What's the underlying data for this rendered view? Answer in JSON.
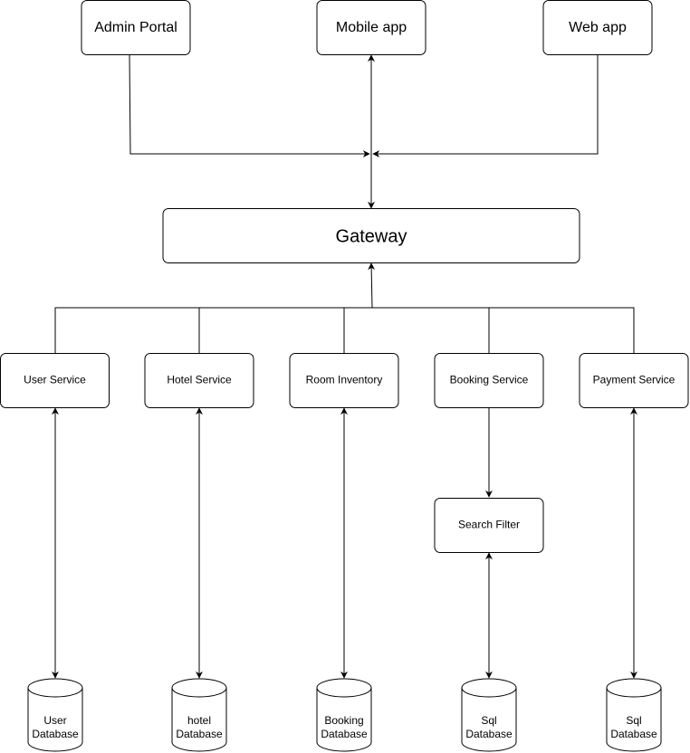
{
  "clients": {
    "admin": "Admin Portal",
    "mobile": "Mobile app",
    "web": "Web app"
  },
  "gateway": "Gateway",
  "services": {
    "user": "User Service",
    "hotel": "Hotel Service",
    "room": "Room Inventory",
    "booking": "Booking Service",
    "payment": "Payment Service"
  },
  "search_filter": "Search Filter",
  "databases": [
    {
      "line1": "User",
      "line2": "Database"
    },
    {
      "line1": "hotel",
      "line2": "Database"
    },
    {
      "line1": "Booking",
      "line2": "Database"
    },
    {
      "line1": "Sql",
      "line2": "Database"
    },
    {
      "line1": "Sql",
      "line2": "Database"
    }
  ]
}
